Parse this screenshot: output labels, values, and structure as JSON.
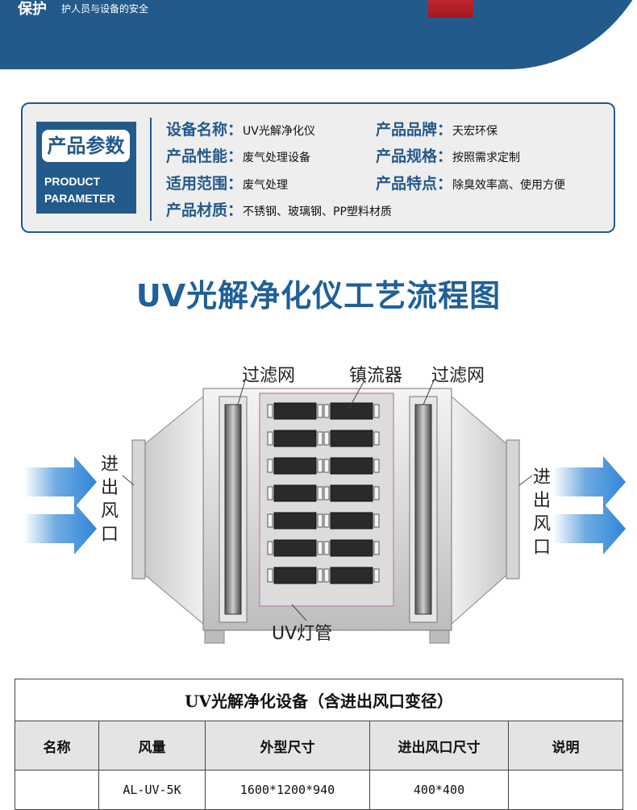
{
  "banner": {
    "title": "保护",
    "subtitle": "护人员与设备的安全",
    "colors": {
      "primary": "#235a8c",
      "flag": "#c0252c"
    }
  },
  "params": {
    "badge_cn": "产品参数",
    "badge_en_line1": "PRODUCT",
    "badge_en_line2": "PARAMETER",
    "rows": [
      {
        "key": "设备名称：",
        "value": "UV光解净化仪"
      },
      {
        "key": "产品品牌：",
        "value": "天宏环保"
      },
      {
        "key": "产品性能：",
        "value": "废气处理设备"
      },
      {
        "key": "产品规格：",
        "value": "按照需求定制"
      },
      {
        "key": "适用范围：",
        "value": "废气处理"
      },
      {
        "key": "产品特点：",
        "value": "除臭效率高、使用方便"
      },
      {
        "key": "产品材质：",
        "value": "不锈钢、玻璃钢、PP塑料材质"
      }
    ]
  },
  "section_title": "UV光解净化仪工艺流程图",
  "diagram": {
    "label_filter_left": "过滤网",
    "label_ballast": "镇流器",
    "label_filter_right": "过滤网",
    "label_uv_lamp": "UV灯管",
    "label_inlet": [
      "进",
      "出",
      "风",
      "口"
    ],
    "label_outlet": [
      "进",
      "出",
      "风",
      "口"
    ],
    "arrow_color": "#2f86d6"
  },
  "table": {
    "title": "UV光解净化设备（含进出风口变径）",
    "headers": [
      "名称",
      "风量",
      "外型尺寸",
      "进出风口尺寸",
      "说明"
    ],
    "rows": [
      [
        "",
        "AL-UV-5K",
        "1600*1200*940",
        "400*400",
        ""
      ]
    ]
  }
}
